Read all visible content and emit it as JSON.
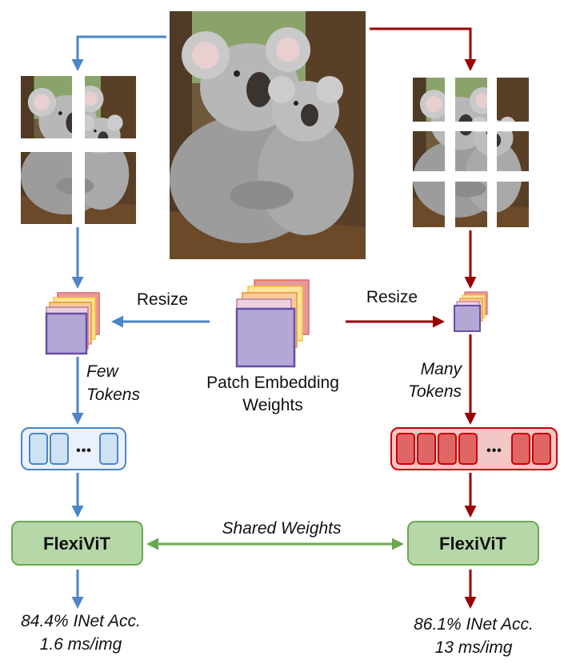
{
  "center_label": {
    "line1": "Patch Embedding",
    "line2": "Weights"
  },
  "left": {
    "resize_label": "Resize",
    "tokens_line1": "Few",
    "tokens_line2": "Tokens",
    "model_label": "FlexiViT",
    "result_line1": "84.4% INet Acc.",
    "result_line2": "1.6 ms/img",
    "ellipsis": "•••"
  },
  "right": {
    "resize_label": "Resize",
    "tokens_line1": "Many",
    "tokens_line2": "Tokens",
    "model_label": "FlexiViT",
    "result_line1": "86.1% INet Acc.",
    "result_line2": "13 ms/img",
    "ellipsis": "•••"
  },
  "shared_label": "Shared Weights",
  "colors": {
    "blue": "#4a86c8",
    "red": "#990000",
    "green": "#6aa84f",
    "green_fill": "#b6d7a8",
    "purple": "#b4a7d6",
    "purple_stroke": "#674ea7",
    "blue_token_fill": "#cfe2f3",
    "red_token_fill": "#e06666"
  }
}
